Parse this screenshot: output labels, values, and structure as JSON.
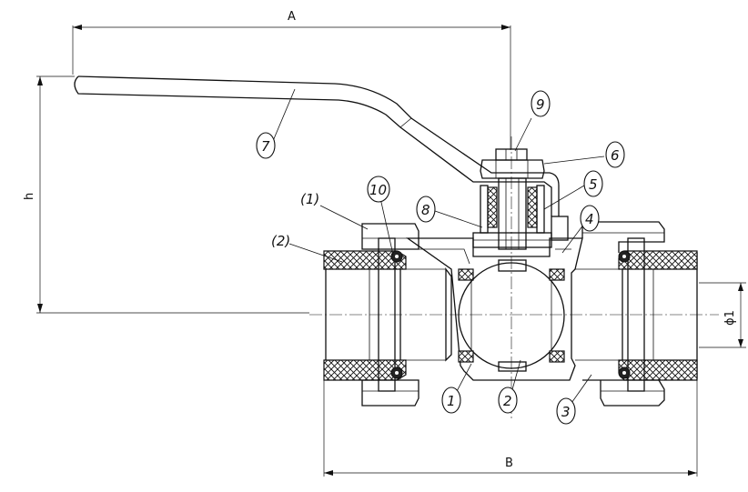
{
  "dimensions": {
    "A": "A",
    "B": "B",
    "h": "h",
    "d1": "ϕ1"
  },
  "callouts": {
    "c1": "1",
    "c2": "2",
    "c3": "3",
    "c4": "4",
    "c5": "5",
    "c6": "6",
    "c7": "7",
    "c8": "8",
    "c9": "9",
    "c10": "10",
    "p1": "(1)",
    "p2": "(2)"
  },
  "colors": {
    "line": "#111111",
    "background": "#ffffff"
  }
}
